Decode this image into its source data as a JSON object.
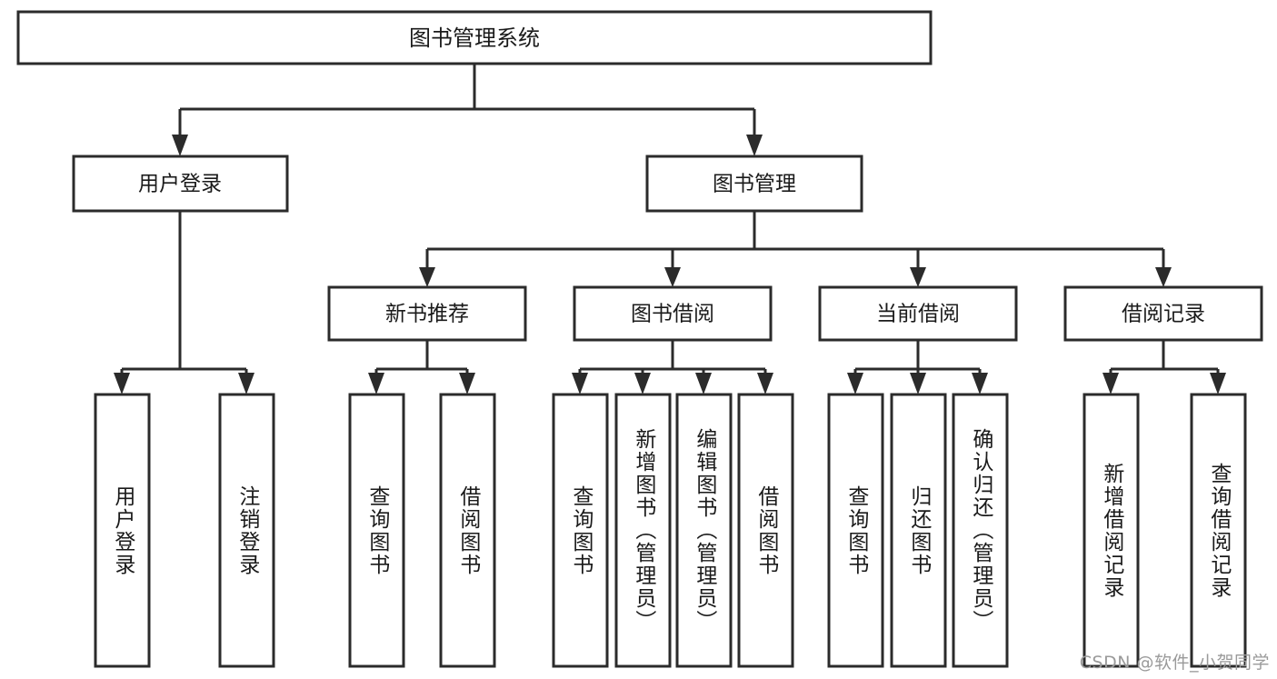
{
  "diagram": {
    "type": "hierarchy-tree",
    "title": "图书管理系统",
    "watermark": "CSDN @软件_小贺同学",
    "colors": {
      "stroke": "#2b2b2b",
      "fill": "#ffffff",
      "text": "#1a1a1a",
      "watermark": "#9a9a9a",
      "background": "#ffffff"
    },
    "levels": {
      "root": {
        "label": "图书管理系统"
      },
      "level2": [
        {
          "id": "user-login",
          "label": "用户登录"
        },
        {
          "id": "book-management",
          "label": "图书管理"
        }
      ],
      "level3": [
        {
          "id": "new-book-recommend",
          "label": "新书推荐",
          "parent": "book-management"
        },
        {
          "id": "book-borrow",
          "label": "图书借阅",
          "parent": "book-management"
        },
        {
          "id": "current-borrow",
          "label": "当前借阅",
          "parent": "book-management"
        },
        {
          "id": "borrow-record",
          "label": "借阅记录",
          "parent": "book-management"
        }
      ],
      "leaves": [
        {
          "id": "leaf-user-login",
          "label": "用户登录",
          "parent": "user-login"
        },
        {
          "id": "leaf-logout",
          "label": "注销登录",
          "parent": "user-login"
        },
        {
          "id": "leaf-query-book-1",
          "label": "查询图书",
          "parent": "new-book-recommend"
        },
        {
          "id": "leaf-borrow-book-1",
          "label": "借阅图书",
          "parent": "new-book-recommend"
        },
        {
          "id": "leaf-query-book-2",
          "label": "查询图书",
          "parent": "book-borrow"
        },
        {
          "id": "leaf-add-book",
          "label": "新增图书（管理员）",
          "parent": "book-borrow"
        },
        {
          "id": "leaf-edit-book",
          "label": "编辑图书（管理员）",
          "parent": "book-borrow"
        },
        {
          "id": "leaf-borrow-book-2",
          "label": "借阅图书",
          "parent": "book-borrow"
        },
        {
          "id": "leaf-query-book-3",
          "label": "查询图书",
          "parent": "current-borrow"
        },
        {
          "id": "leaf-return-book",
          "label": "归还图书",
          "parent": "current-borrow"
        },
        {
          "id": "leaf-confirm-return",
          "label": "确认归还（管理员）",
          "parent": "current-borrow"
        },
        {
          "id": "leaf-add-record",
          "label": "新增借阅记录",
          "parent": "borrow-record"
        },
        {
          "id": "leaf-query-record",
          "label": "查询借阅记录",
          "parent": "borrow-record"
        }
      ]
    }
  }
}
